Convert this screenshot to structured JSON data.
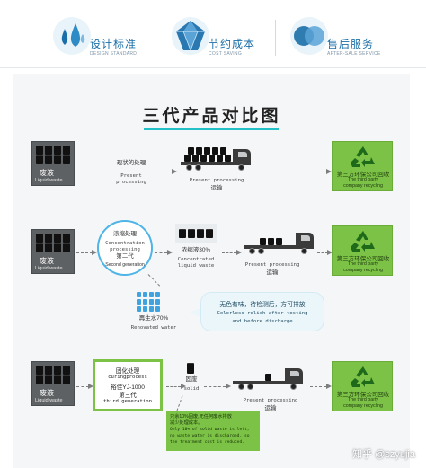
{
  "features": [
    {
      "name": "设计标准",
      "sub": "DESIGN STANDARD",
      "icon": "water-drops-icon"
    },
    {
      "name": "节约成本",
      "sub": "COST SAVING",
      "icon": "crystal-diamond-icon"
    },
    {
      "name": "售后服务",
      "sub": "AFTER-SALE SERVICE",
      "icon": "overlapping-circles-icon"
    }
  ],
  "panel": {
    "title": "三代产品对比图"
  },
  "row1": {
    "waste_cn": "废液",
    "waste_en": "Liquid waste",
    "step_cn": "现状的处理",
    "step_en1": "Present",
    "step_en2": "processing",
    "transport_en": "Present processing",
    "transport_cn": "运输",
    "recycle_cn": "第三方环保公司回收",
    "recycle_en1": "The third party",
    "recycle_en2": "company recycling"
  },
  "row2": {
    "waste_cn": "废液",
    "waste_en": "Liquid waste",
    "circle_cn": "浓缩处理",
    "circle_en1": "Concentration",
    "circle_en2": "processing",
    "circle_gen_cn": "第二代",
    "circle_gen_en": "Second generation",
    "conc_cn": "浓缩液30%",
    "conc_en1": "Concentrated",
    "conc_en2": "liquid waste",
    "transport_en": "Present processing",
    "transport_cn": "运输",
    "water_cn": "再生水70%",
    "water_en": "Renovated water",
    "bubble_cn": "无色有味，待检测后，方可排放",
    "bubble_en1": "Colorless relish after testing",
    "bubble_en2": "and before discharge",
    "recycle_cn": "第三方环保公司回收",
    "recycle_en1": "The third party",
    "recycle_en2": "company recycling"
  },
  "row3": {
    "waste_cn": "废液",
    "waste_en": "Liquid waste",
    "box_l1": "固化处理",
    "box_l2": "curingprocess",
    "box_l3": "裕佳YJ-1000",
    "box_l4": "第三代",
    "box_l5": "third generation",
    "solid_cn": "固废",
    "solid_en": "solid",
    "note_l1": "只余10%固废,无任何废水排放",
    "note_l2": "减少处理成本。",
    "note_l3": "Only 10% of solid waste is left,",
    "note_l4": "no waste water is discharged, so",
    "note_l5": "the treatment cost is reduced.",
    "transport_en": "Present processing",
    "transport_cn": "运输",
    "recycle_cn": "第三方环保公司回收",
    "recycle_en1": "The third party",
    "recycle_en2": "company recycling"
  },
  "watermark": "知乎 @szyujia",
  "colors": {
    "accent_blue": "#1b6fa8",
    "recycle_green": "#7cc246",
    "title_underline": "#24c0c8"
  }
}
